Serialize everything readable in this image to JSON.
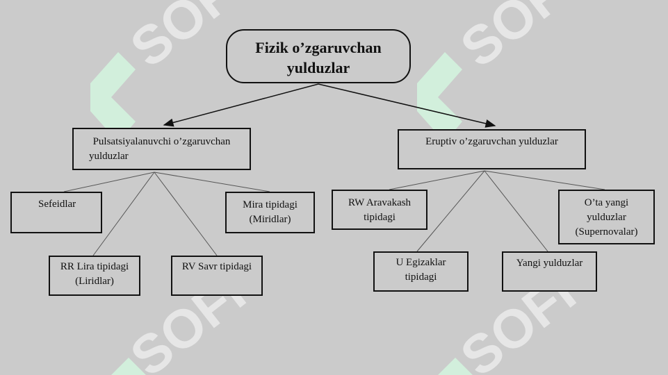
{
  "diagram": {
    "root": {
      "lines": [
        "Fizik o’zgaruvchan",
        "yulduzlar"
      ]
    },
    "pulsating": {
      "lines": [
        "Pulsatsiyalanuvchi o’zgaruvchan",
        "yulduzlar"
      ],
      "children": {
        "cepheids": {
          "lines": [
            "Sefeidlar"
          ]
        },
        "rr_lyrae": {
          "lines": [
            "RR Lira tipidagi",
            "(Liridlar)"
          ]
        },
        "rv_tauri": {
          "lines": [
            "RV Savr tipidagi"
          ]
        },
        "mira": {
          "lines": [
            "Mira tipidagi",
            "(Miridlar)"
          ]
        }
      }
    },
    "eruptive": {
      "lines": [
        "Eruptiv o’zgaruvchan yulduzlar"
      ],
      "children": {
        "rw_aurigae": {
          "lines": [
            "RW Aravakash",
            "tipidagi"
          ]
        },
        "u_geminorum": {
          "lines": [
            "U Egizaklar",
            "tipidagi"
          ]
        },
        "novae": {
          "lines": [
            "Yangi yulduzlar"
          ]
        },
        "supernovae": {
          "lines": [
            "O’ta yangi",
            "yulduzlar",
            "(Supernovalar)"
          ]
        }
      }
    }
  },
  "watermark": {
    "text": "SOFF",
    "mark_color": "#d2efdc",
    "text_color": "#e9e9e9"
  }
}
